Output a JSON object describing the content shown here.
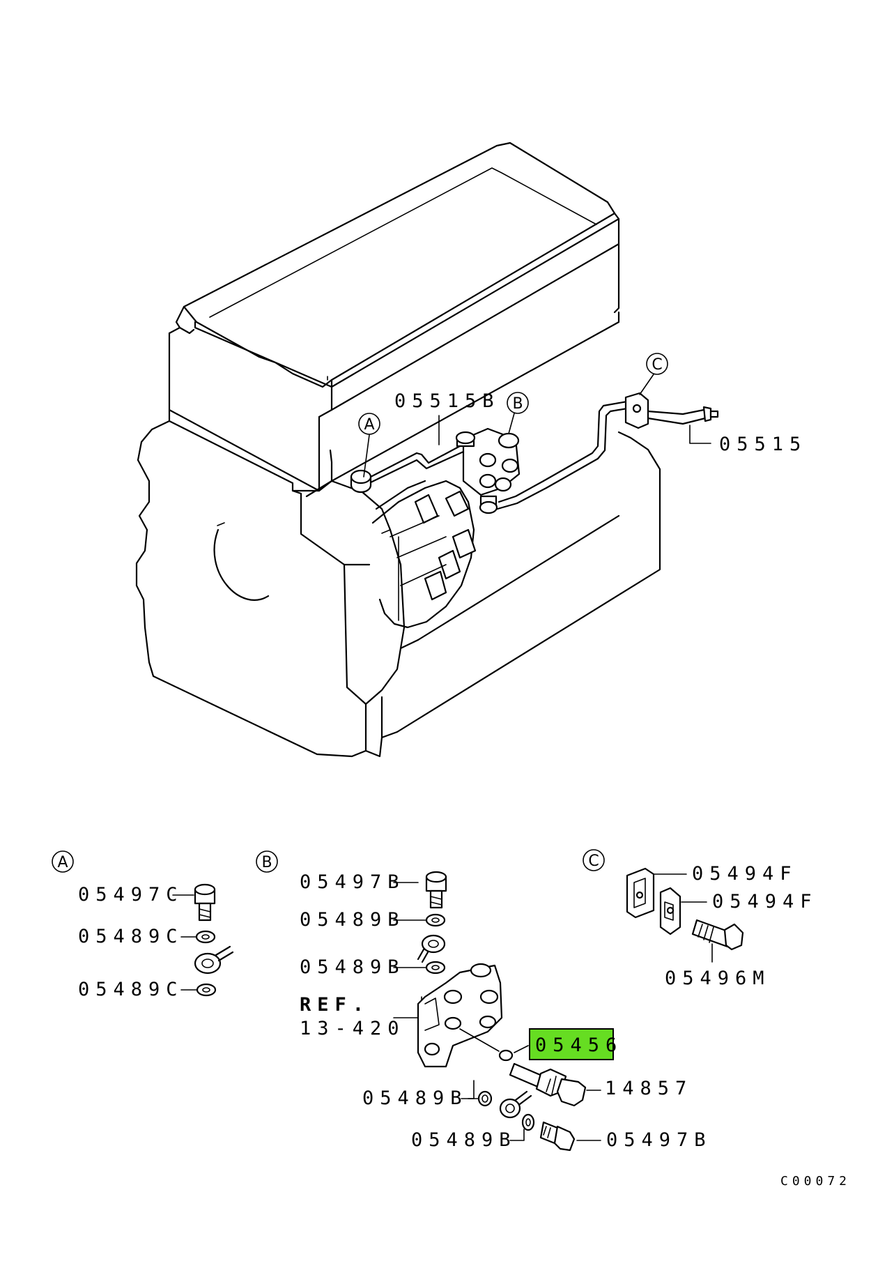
{
  "callouts": {
    "a": "A",
    "b": "B",
    "c": "C"
  },
  "main_labels": {
    "hose_b": "05515B",
    "hose": "05515"
  },
  "section_a": {
    "bolt": "05497C",
    "gasket_top": "05489C",
    "gasket_bottom": "05489C"
  },
  "section_b": {
    "bolt_top": "05497B",
    "gasket_1": "05489B",
    "gasket_2": "05489B",
    "ref_line1": "REF.",
    "ref_line2": "13-420",
    "oring": "05456",
    "sensor": "14857",
    "gasket_3": "05489B",
    "gasket_4": "05489B",
    "bolt_bottom": "05497B"
  },
  "section_c": {
    "clamp_1": "05494F",
    "clamp_2": "05494F",
    "bolt": "05496M"
  },
  "diagram_code": "C00072",
  "colors": {
    "highlight": "#66dd22",
    "line": "#000000",
    "background": "#ffffff"
  }
}
